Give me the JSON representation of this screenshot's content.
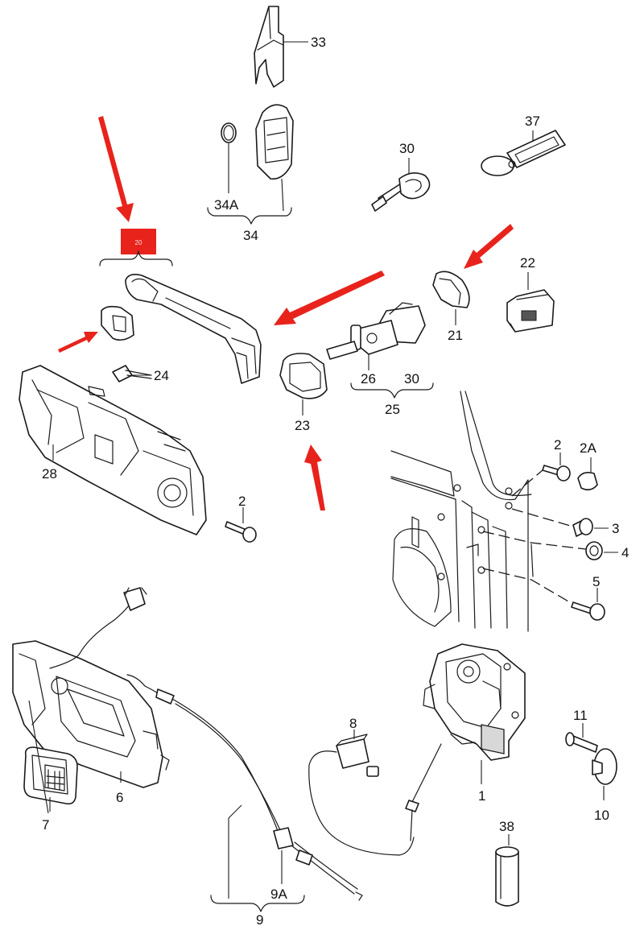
{
  "diagram": {
    "accent_color": "#e8231c",
    "callouts": {
      "c33": "33",
      "c34A": "34A",
      "c34": "34",
      "c37": "37",
      "c30top": "30",
      "c20": "20",
      "c22": "22",
      "c21": "21",
      "c24": "24",
      "c26": "26",
      "c30mid": "30",
      "c25": "25",
      "c23": "23",
      "c28": "28",
      "c2left": "2",
      "c2right": "2",
      "c2A": "2A",
      "c3": "3",
      "c4": "4",
      "c5": "5",
      "c11": "11",
      "c8": "8",
      "c6": "6",
      "c7": "7",
      "c1": "1",
      "c10": "10",
      "c38": "38",
      "c9A": "9A",
      "c9": "9"
    }
  }
}
